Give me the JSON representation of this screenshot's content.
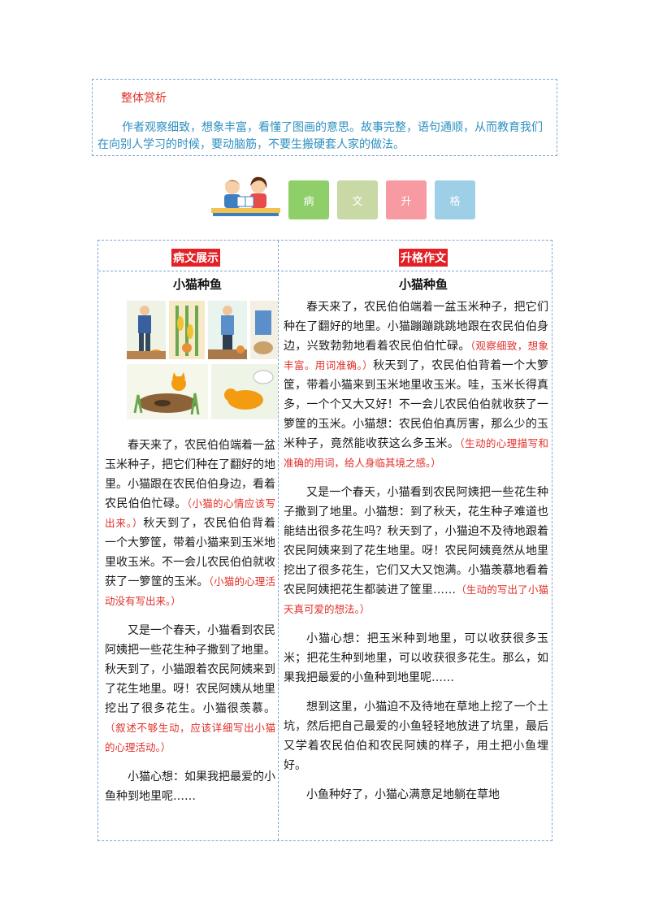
{
  "appraisal": {
    "title": "整体赏析",
    "body": "作者观察细致，想象丰富，看懂了图画的意思。故事完整，语句通顺，从而教育我们在向别人学习的时候，要动脑筋，不要生搬硬套人家的做法。"
  },
  "banner": {
    "tiles": [
      "病",
      "文",
      "升",
      "格"
    ]
  },
  "left": {
    "header": "病文展示",
    "title": "小猫种鱼",
    "paragraphs": [
      {
        "text": "春天来了，农民伯伯端着一盆玉米种子，把它们种在了翻好的地里。小猫跟在农民伯伯身边，看着农民伯伯忙碌。",
        "comment": "（小猫的心情应该写出来。）",
        "text2": "秋天到了，农民伯伯背着一个大箩筐，带着小猫来到玉米地里收玉米。不一会儿农民伯伯就收获了一箩筐的玉米。",
        "comment2": "（小猫的心理活动没有写出来。）"
      },
      {
        "text": "又是一个春天，小猫看到农民阿姨把一些花生种子撒到了地里。秋天到了，小猫跟着农民阿姨来到了花生地里。呀！农民阿姨从地里挖出了很多花生。小猫很羡慕。",
        "comment": "（叙述不够生动，应该详细写出小猫的心理活动。）"
      },
      {
        "text": "小猫心想：如果我把最爱的小鱼种到地里呢……"
      }
    ]
  },
  "right": {
    "header": "升格作文",
    "title": "小猫种鱼",
    "paragraphs": [
      {
        "text": "春天来了，农民伯伯端着一盆玉米种子，把它们种在了翻好的地里。小猫蹦蹦跳跳地跟在农民伯伯身边，兴致勃勃地看着农民伯伯忙碌。",
        "comment": "（观察细致，想象丰富。用词准确。）",
        "text2": "秋天到了，农民伯伯背着一个大箩筐，带着小猫来到玉米地里收玉米。哇，玉米长得真多，一个个又大又好！不一会儿农民伯伯就收获了一箩筐的玉米。小猫想：农民伯伯真厉害，那么少的玉米种子，竟然能收获这么多玉米。",
        "comment2": "（生动的心理描写和准确的用词，给人身临其境之感。）"
      },
      {
        "text": "又是一个春天，小猫看到农民阿姨把一些花生种子撒到了地里。小猫想：到了秋天，花生种子难道也能结出很多花生吗？秋天到了，小猫迫不及待地跟着农民阿姨来到了花生地里。呀！农民阿姨竟然从地里挖出了很多花生，它们又大又饱满。小猫羡慕地看着农民阿姨把花生都装进了筐里……",
        "comment": "（生动的写出了小猫天真可爱的想法。）"
      },
      {
        "text": "小猫心想：把玉米种到地里，可以收获很多玉米；把花生种到地里，可以收获很多花生。那么，如果我把最爱的小鱼种到地里呢……"
      },
      {
        "text": "想到这里，小猫迫不及待地在草地上挖了一个土坑，然后把自己最爱的小鱼轻轻地放进了坑里，最后又学着农民伯伯和农民阿姨的样子，用土把小鱼埋好。"
      },
      {
        "text": "小鱼种好了，小猫心满意足地躺在草地"
      }
    ]
  }
}
